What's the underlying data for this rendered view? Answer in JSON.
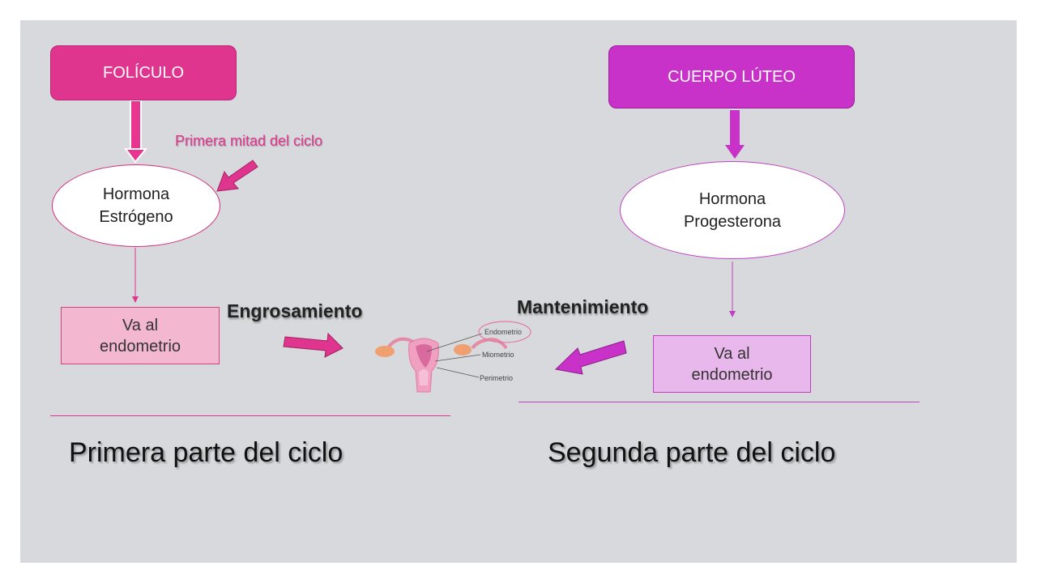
{
  "left": {
    "top_box": "FOLÍCULO",
    "annotation": "Primera mitad del ciclo",
    "hormone_line1": "Hormona",
    "hormone_line2": "Estrógeno",
    "target_line1": "Va al",
    "target_line2": "endometrio",
    "effect": "Engrosamiento",
    "section_title": "Primera parte del ciclo"
  },
  "right": {
    "top_box": "CUERPO LÚTEO",
    "hormone_line1": "Hormona",
    "hormone_line2": "Progesterona",
    "target_line1": "Va al",
    "target_line2": "endometrio",
    "effect": "Mantenimiento",
    "section_title": "Segunda parte del ciclo"
  },
  "uterus_labels": {
    "endometrio": "Endometrio",
    "miometrio": "Miometrio",
    "perimetrio": "Perimetrio"
  },
  "colors": {
    "pink_accent": "#e0358f",
    "purple_accent": "#c832c8",
    "background": "#d8d9dd"
  }
}
